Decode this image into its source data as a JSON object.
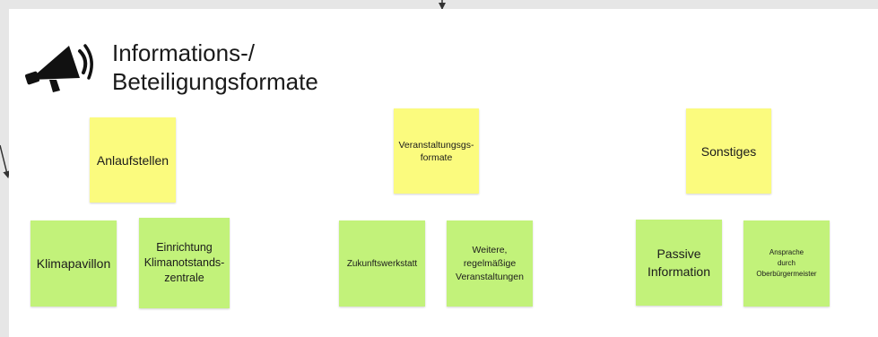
{
  "header": {
    "title": "Informations-/\nBeteiligungsformate",
    "icon": "megaphone-icon"
  },
  "colors": {
    "category_note": "#fbfb7e",
    "item_note": "#c2f27a",
    "background": "#e6e6e6",
    "canvas": "#ffffff"
  },
  "groups": [
    {
      "category": "Anlaufstellen",
      "items": [
        "Klimapavillon",
        "Einrichtung\nKlimanotstands-\nzentrale"
      ]
    },
    {
      "category": "Veranstaltungsgs-\nformate",
      "items": [
        "Zukunftswerkstatt",
        "Weitere,\nregelmäßige\nVeranstaltungen"
      ]
    },
    {
      "category": "Sonstiges",
      "items": [
        "Passive\nInformation",
        "Ansprache\ndurch\nOberbürgermeister"
      ]
    }
  ]
}
